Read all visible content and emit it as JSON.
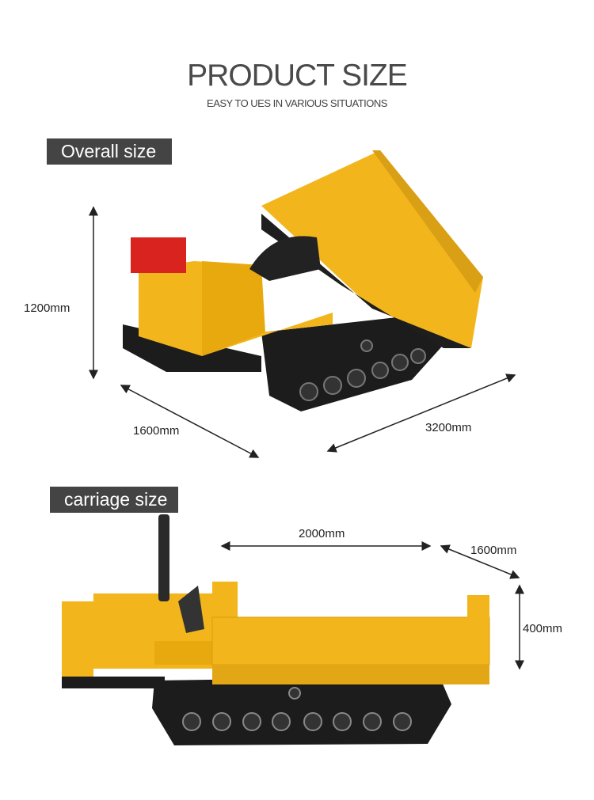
{
  "header": {
    "title": "PRODUCT SIZE",
    "subtitle": "EASY TO UES IN VARIOUS SITUATIONS"
  },
  "overall": {
    "label": "Overall size",
    "height": "1200mm",
    "width": "1600mm",
    "length": "3200mm"
  },
  "carriage": {
    "label": "carriage size",
    "length": "2000mm",
    "width": "1600mm",
    "height": "400mm"
  },
  "colors": {
    "body_yellow": "#f2b51c",
    "track_black": "#1c1c1c",
    "engine_red": "#d8231e",
    "tag_background": "#444444"
  }
}
